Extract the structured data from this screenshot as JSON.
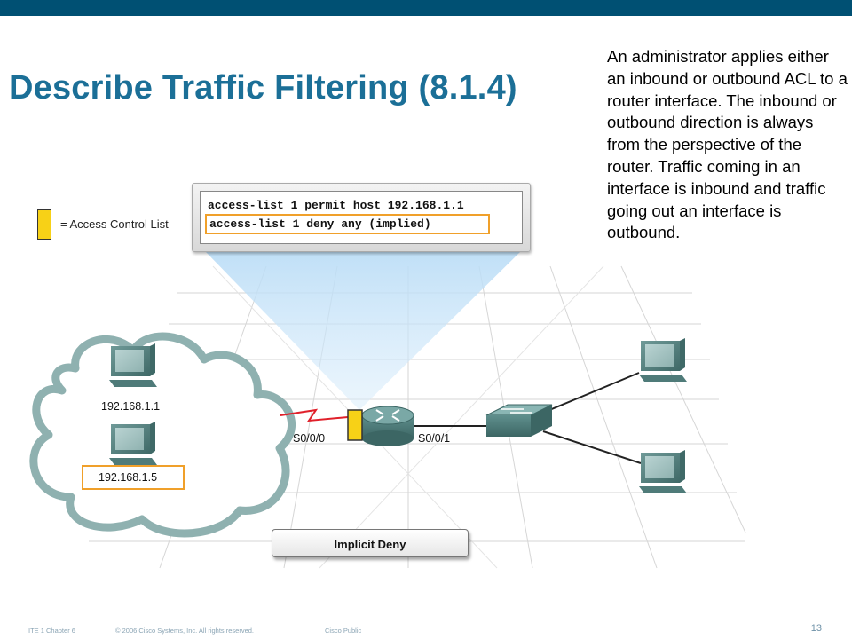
{
  "title": "Describe Traffic Filtering (8.1.4)",
  "description": "An administrator applies either an inbound or outbound ACL to a router interface. The inbound or outbound direction is always from the perspective of the router. Traffic coming in an interface is inbound and traffic going out an interface is outbound.",
  "legend": {
    "text": "= Access Control List",
    "color": "#f7d117"
  },
  "acl": {
    "line1": "access-list 1 permit host 192.168.1.1",
    "line2": "access-list 1 deny any (implied)"
  },
  "hosts": {
    "host1_ip": "192.168.1.1",
    "host2_ip": "192.168.1.5"
  },
  "interfaces": {
    "left": "S0/0/0",
    "right": "S0/0/1"
  },
  "deny_label": "Implicit Deny",
  "footer": {
    "chapter": "ITE 1 Chapter 6",
    "copyright": "© 2006 Cisco Systems, Inc. All rights reserved.",
    "classification": "Cisco Public",
    "page": "13"
  },
  "colors": {
    "header_bar": "#005073",
    "title": "#1b6f97",
    "highlight": "#f0a02a",
    "serial_link": "#e0202a"
  }
}
